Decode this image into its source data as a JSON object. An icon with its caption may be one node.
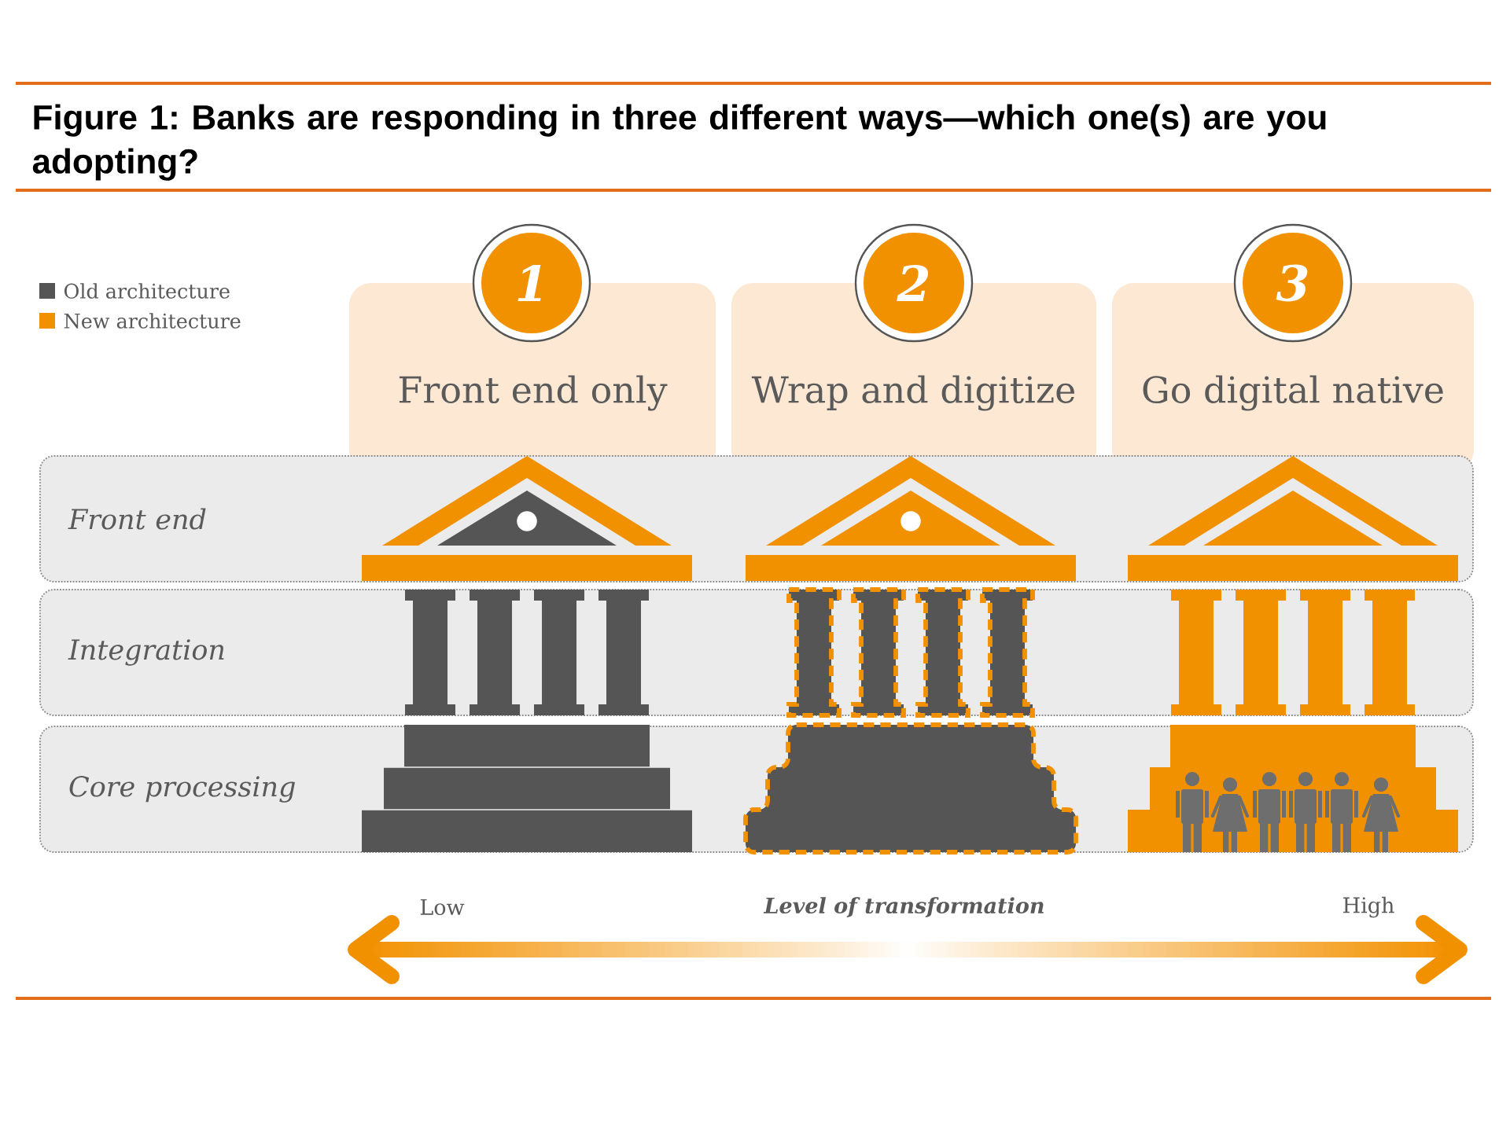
{
  "diagram": {
    "title": "Figure 1: Banks are responding in three different ways—which one(s) are you adopting?",
    "nodes": [
      {
        "text": [
          "1"
        ]
      },
      {
        "text": [
          "Front end only"
        ]
      },
      {
        "text": [
          "2"
        ]
      },
      {
        "text": [
          "Wrap and digitize"
        ]
      },
      {
        "text": [
          "3"
        ]
      },
      {
        "text": [
          "Go digital native"
        ]
      },
      {
        "text": [
          "Front end"
        ]
      },
      {
        "text": [
          "Integration"
        ]
      },
      {
        "text": [
          "Core processing"
        ]
      }
    ],
    "labels": [
      "Low",
      "Level of transformation",
      "High"
    ],
    "legend": [
      {
        "text": "Old architecture",
        "color": "#555555"
      },
      {
        "text": "New architecture",
        "color": "#f29100"
      }
    ]
  }
}
